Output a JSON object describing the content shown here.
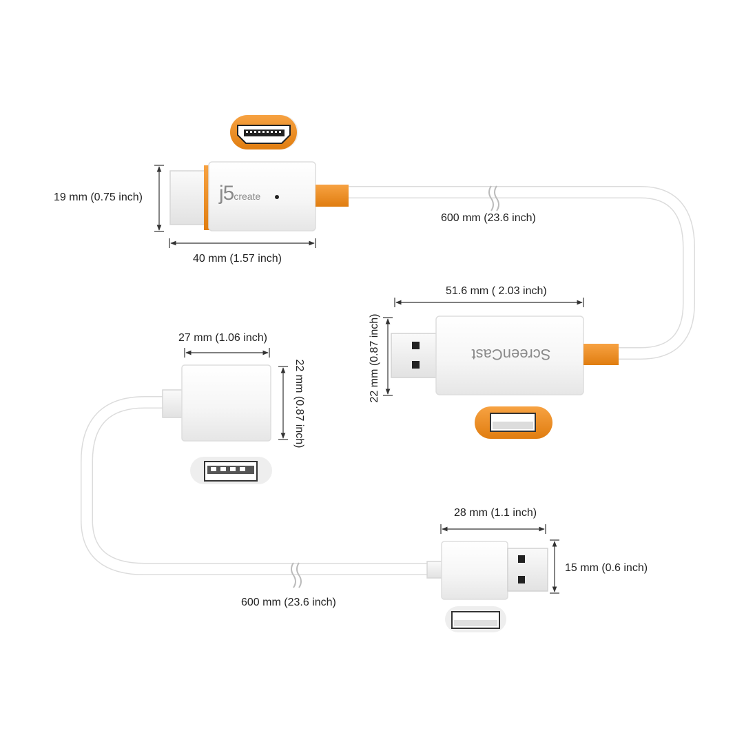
{
  "colors": {
    "accent": "#F08C1E",
    "body": "#F4F4F4",
    "cable": "#FFFFFF",
    "outline": "#D8D8D8",
    "dim_line": "#333333",
    "text": "#222222"
  },
  "brand": {
    "logo_main": "j5",
    "logo_sub": "create",
    "product_name": "ScreenCast"
  },
  "dimensions": {
    "hdmi_height": "19 mm (0.75 inch)",
    "hdmi_length": "40 mm (1.57 inch)",
    "cable_top": "600 mm (23.6 inch)",
    "dongle_length": "51.6 mm ( 2.03 inch)",
    "dongle_height": "22 mm (0.87 inch)",
    "usb_female_length": "27 mm (1.06 inch)",
    "usb_female_height": "22 mm (0.87 inch)",
    "usb_male_length": "28 mm (1.1 inch)",
    "usb_male_height": "15 mm (0.6 inch)",
    "cable_bottom": "600 mm (23.6 inch)"
  },
  "icons": [
    "hdmi-port-icon",
    "usb-a-port-orange-icon",
    "usb-a-female-port-icon",
    "usb-a-male-port-icon"
  ]
}
